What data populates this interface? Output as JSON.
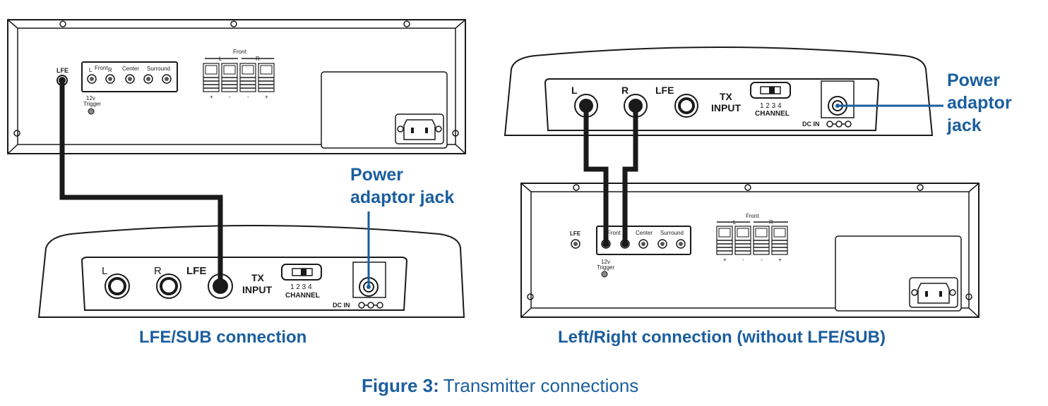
{
  "receiver": {
    "lfe_label": "LFE",
    "front_label": "Front",
    "l_label": "L",
    "r_label": "R",
    "center_label": "Center",
    "surround_label": "Surround",
    "trigger_label_line1": "12v",
    "trigger_label_line2": "Trigger",
    "speaker_front_label": "Front",
    "speaker_l": "L",
    "speaker_r": "R",
    "terminal_signs": [
      "+",
      "-",
      "-",
      "+"
    ]
  },
  "transmitter": {
    "l_label": "L",
    "r_label": "R",
    "lfe_label": "LFE",
    "tx_line1": "TX",
    "tx_line2": "INPUT",
    "channel_numbers": "1 2 3 4",
    "channel_label": "CHANNEL",
    "dc_in_label": "DC IN"
  },
  "callouts": {
    "left_line1": "Power",
    "left_line2": "adaptor jack",
    "right_line1": "Power",
    "right_line2": "adaptor",
    "right_line3": "jack"
  },
  "captions": {
    "left": "LFE/SUB connection",
    "right": "Left/Right connection (without LFE/SUB)"
  },
  "figure": {
    "number": "Figure 3:",
    "title": "Transmitter connections"
  },
  "colors": {
    "accent": "#1a5e9e",
    "line": "#1a1a1a"
  }
}
